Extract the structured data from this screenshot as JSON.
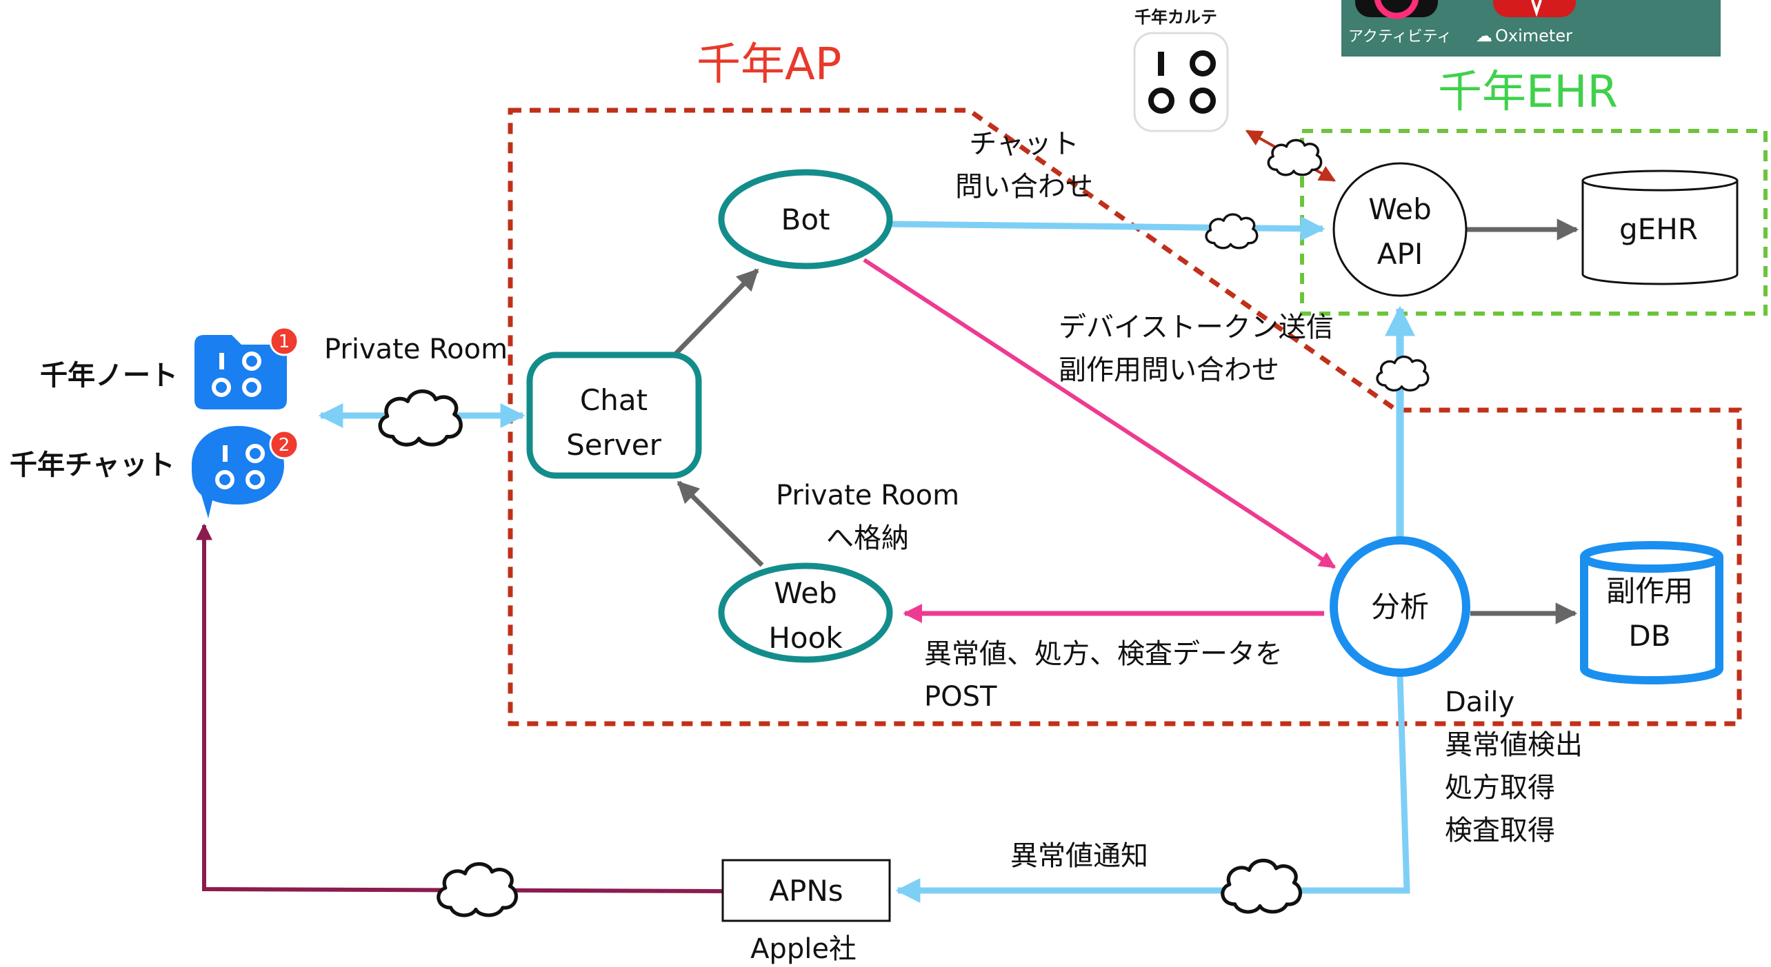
{
  "colors": {
    "ap_border": "#c0301a",
    "ehr_border": "#6cc43a",
    "ap_title": "#e8392a",
    "ehr_title": "#3fd14a",
    "teal": "#138d8b",
    "blue": "#1a8ff0",
    "light_blue": "#7ecff6",
    "pink": "#ee3a91",
    "gray": "#666666",
    "maroon": "#8c1b4e",
    "app_blue": "#1a7ff0",
    "badge_red": "#f03b2f"
  },
  "regions": {
    "ap_title": "千年AP",
    "ehr_title": "千年EHR"
  },
  "apps": {
    "note": {
      "label": "千年ノート",
      "badge": "1",
      "icon": "sennen-note-icon"
    },
    "chat": {
      "label": "千年チャット",
      "badge": "2",
      "icon": "sennen-chat-icon"
    },
    "karte": {
      "label": "千年カルテ",
      "icon": "sennen-karte-icon"
    },
    "health_strip": {
      "activity_label": "アクティビティ",
      "oximeter_label": "Oximeter",
      "oximeter_icon": "cloud-download-icon"
    }
  },
  "nodes": {
    "chat_server": "Chat\nServer",
    "bot": "Bot",
    "webhook": "Web\nHook",
    "web_api": "Web\nAPI",
    "gehr": "gEHR",
    "analysis": "分析",
    "sideeffect_db": "副作用\nDB",
    "apns": "APNs"
  },
  "labels": {
    "private_room": "Private Room",
    "chat_query": "チャット\n問い合わせ",
    "device_token": "デバイストークン送信\n副作用問い合わせ",
    "store_private_room": "Private Room\nへ格納",
    "post_data": "異常値、処方、検査データを\nPOST",
    "daily": "Daily\n異常値検出\n処方取得\n検査取得",
    "abnormal_notify": "異常値通知",
    "apple": "Apple社"
  }
}
